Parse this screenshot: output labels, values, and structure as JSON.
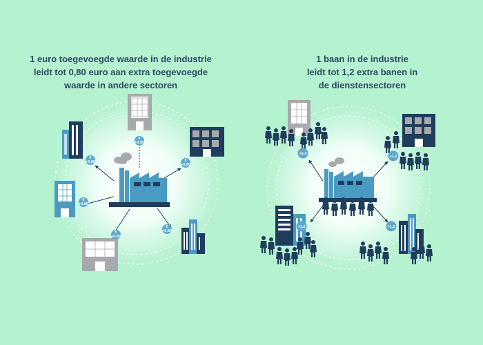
{
  "left_panel": {
    "title_lines": [
      "1 euro toegevoegde waarde in de industrie",
      "leidt tot 0,80 euro aan extra toegevoegde",
      "waarde in andere sectoren"
    ],
    "badge_label": "+0,80"
  },
  "right_panel": {
    "title_lines": [
      "1 baan in de industrie",
      "leidt tot 1,2 extra banen in",
      "de dienstensectoren"
    ],
    "badge_label": "+1,2"
  },
  "colors": {
    "background": "#b5f2d0",
    "navy": "#1f3d5c",
    "steel_blue": "#4a9bc2",
    "gray": "#a7a9ac",
    "badge": "#5aa9cf"
  },
  "icons": [
    "factory-icon",
    "building-icon",
    "person-icon",
    "euro-badge-icon",
    "job-badge-icon"
  ]
}
